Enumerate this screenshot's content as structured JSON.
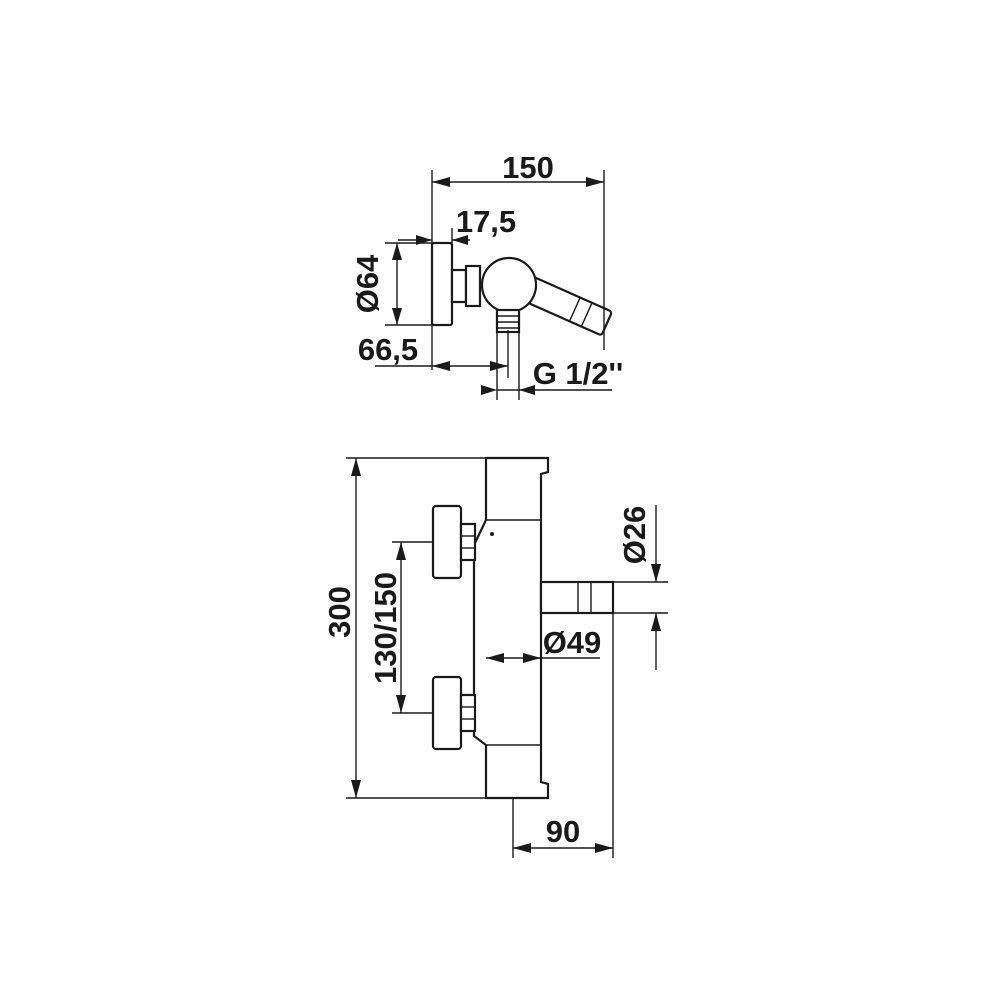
{
  "top_view": {
    "width_total": "150",
    "plate_thickness": "17,5",
    "plate_diameter": "Ø64",
    "depth": "66,5",
    "thread": "G 1/2''"
  },
  "front_view": {
    "height_total": "300",
    "inlet_centers": "130/150",
    "outlet_diameter": "Ø26",
    "body_diameter": "Ø49",
    "outlet_length": "90"
  }
}
